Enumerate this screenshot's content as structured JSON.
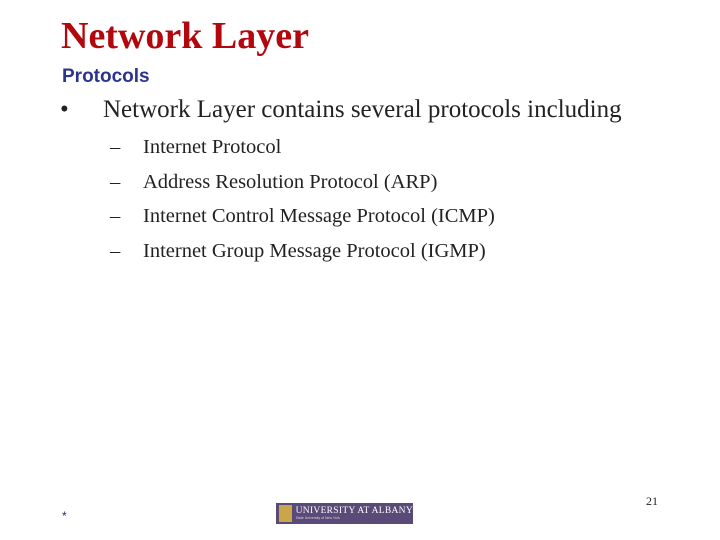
{
  "title": "Network Layer",
  "subtitle": "Protocols",
  "bullet": {
    "marker": "•",
    "text": "Network Layer contains several protocols including",
    "subitems": [
      {
        "marker": "–",
        "text": "Internet Protocol"
      },
      {
        "marker": "–",
        "text": "Address Resolution Protocol (ARP)"
      },
      {
        "marker": "–",
        "text": "Internet Control Message Protocol (ICMP)"
      },
      {
        "marker": "–",
        "text": "Internet Group Message Protocol (IGMP)"
      }
    ]
  },
  "footer": {
    "marker": "*",
    "logo_text": "UNIVERSITY AT ALBANY",
    "logo_subtext": "State University of New York",
    "page_number": "21"
  },
  "colors": {
    "title": "#b2070d",
    "subtitle": "#2b3590",
    "logo_bg": "#5a4a78"
  }
}
